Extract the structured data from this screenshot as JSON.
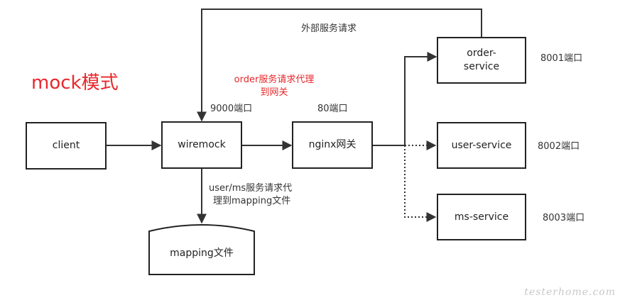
{
  "title": "mock模式",
  "nodes": {
    "client": "client",
    "wiremock": "wiremock",
    "nginx": "nginx网关",
    "order_l1": "order-",
    "order_l2": "service",
    "user": "user-service",
    "ms": "ms-service",
    "mapping": "mapping文件"
  },
  "labels": {
    "external": "外部服务请求",
    "order_proxy_l1": "order服务请求代理",
    "order_proxy_l2": "到网关",
    "port_9000": "9000端口",
    "port_80": "80端口",
    "user_ms_l1": "user/ms服务请求代",
    "user_ms_l2": "理到mapping文件",
    "port_8001": "8001端口",
    "port_8002": "8002端口",
    "port_8003": "8003端口"
  },
  "watermark": "testerhome.com",
  "colors": {
    "accent": "#e8272b",
    "line": "#333333"
  }
}
